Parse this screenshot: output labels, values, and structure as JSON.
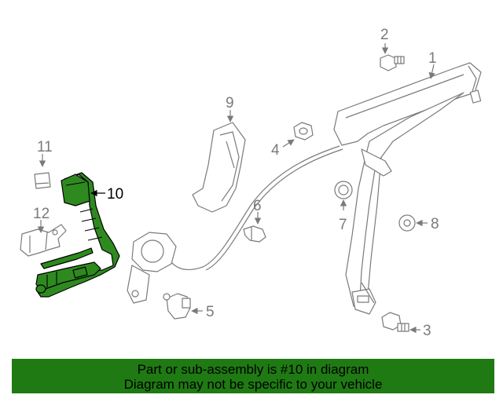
{
  "diagram": {
    "callouts": [
      {
        "id": "1",
        "label": "1"
      },
      {
        "id": "2",
        "label": "2"
      },
      {
        "id": "3",
        "label": "3"
      },
      {
        "id": "4",
        "label": "4"
      },
      {
        "id": "5",
        "label": "5"
      },
      {
        "id": "6",
        "label": "6"
      },
      {
        "id": "7",
        "label": "7"
      },
      {
        "id": "8",
        "label": "8"
      },
      {
        "id": "9",
        "label": "9"
      },
      {
        "id": "10",
        "label": "10"
      },
      {
        "id": "11",
        "label": "11"
      },
      {
        "id": "12",
        "label": "12"
      }
    ],
    "highlighted_part": "10",
    "highlight_color": "#2e8a1f"
  },
  "banner": {
    "line1": "Part or sub-assembly is #10 in diagram",
    "line2": "Diagram may not be specific to your vehicle",
    "background": "#1f7a13"
  }
}
